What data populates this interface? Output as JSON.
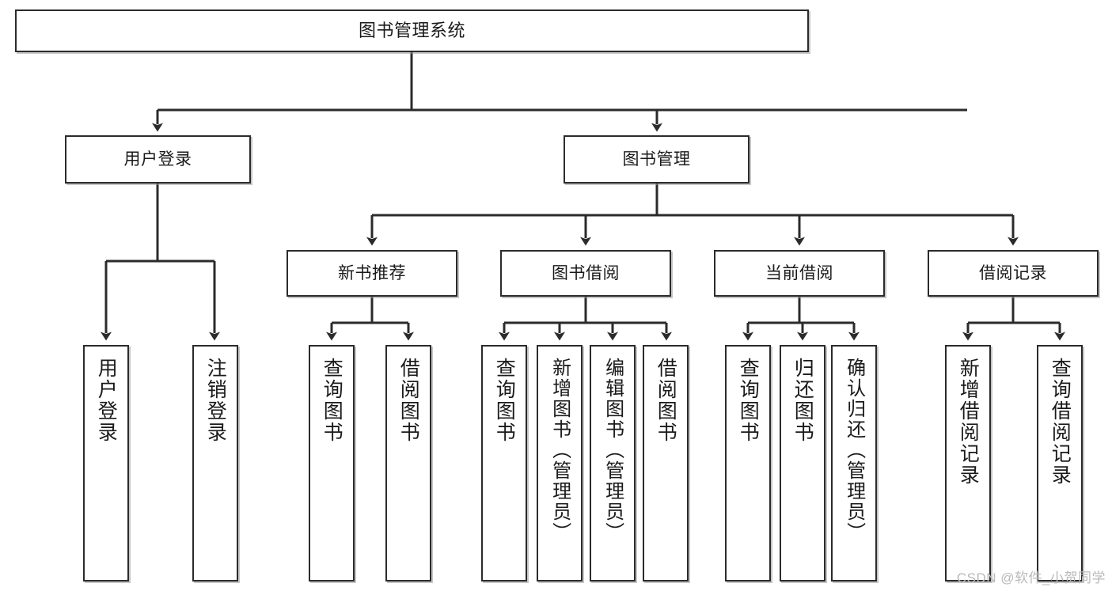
{
  "diagram": {
    "title": "图书管理系统",
    "type": "hierarchy-tree",
    "watermark": "CSDN @软件_小贺同学",
    "colors": {
      "border": "#2b2b2b",
      "fill": "#ffffff",
      "text": "#1a1a1a",
      "watermark": "#b9b9b9"
    }
  },
  "nodes": {
    "root": {
      "label": "图书管理系统"
    },
    "level2": [
      {
        "label": "用户登录"
      },
      {
        "label": "图书管理"
      }
    ],
    "level3": [
      {
        "label": "新书推荐"
      },
      {
        "label": "图书借阅"
      },
      {
        "label": "当前借阅"
      },
      {
        "label": "借阅记录"
      }
    ],
    "leaves": [
      {
        "label": "用户登录"
      },
      {
        "label": "注销登录"
      },
      {
        "label": "查询图书"
      },
      {
        "label": "借阅图书"
      },
      {
        "label": "查询图书"
      },
      {
        "label": "新增图书（管理员）"
      },
      {
        "label": "编辑图书（管理员）"
      },
      {
        "label": "借阅图书"
      },
      {
        "label": "查询图书"
      },
      {
        "label": "归还图书"
      },
      {
        "label": "确认归还（管理员）"
      },
      {
        "label": "新增借阅记录"
      },
      {
        "label": "查询借阅记录"
      }
    ]
  },
  "chart_data": {
    "type": "table",
    "title": "图书管理系统 功能结构图",
    "tree": {
      "name": "图书管理系统",
      "children": [
        {
          "name": "用户登录",
          "children": [
            {
              "name": "用户登录"
            },
            {
              "name": "注销登录"
            }
          ]
        },
        {
          "name": "图书管理",
          "children": [
            {
              "name": "新书推荐",
              "children": [
                {
                  "name": "查询图书"
                },
                {
                  "name": "借阅图书"
                }
              ]
            },
            {
              "name": "图书借阅",
              "children": [
                {
                  "name": "查询图书"
                },
                {
                  "name": "新增图书（管理员）"
                },
                {
                  "name": "编辑图书（管理员）"
                },
                {
                  "name": "借阅图书"
                }
              ]
            },
            {
              "name": "当前借阅",
              "children": [
                {
                  "name": "查询图书"
                },
                {
                  "name": "归还图书"
                },
                {
                  "name": "确认归还（管理员）"
                }
              ]
            },
            {
              "name": "借阅记录",
              "children": [
                {
                  "name": "新增借阅记录"
                },
                {
                  "name": "查询借阅记录"
                }
              ]
            }
          ]
        }
      ]
    }
  }
}
